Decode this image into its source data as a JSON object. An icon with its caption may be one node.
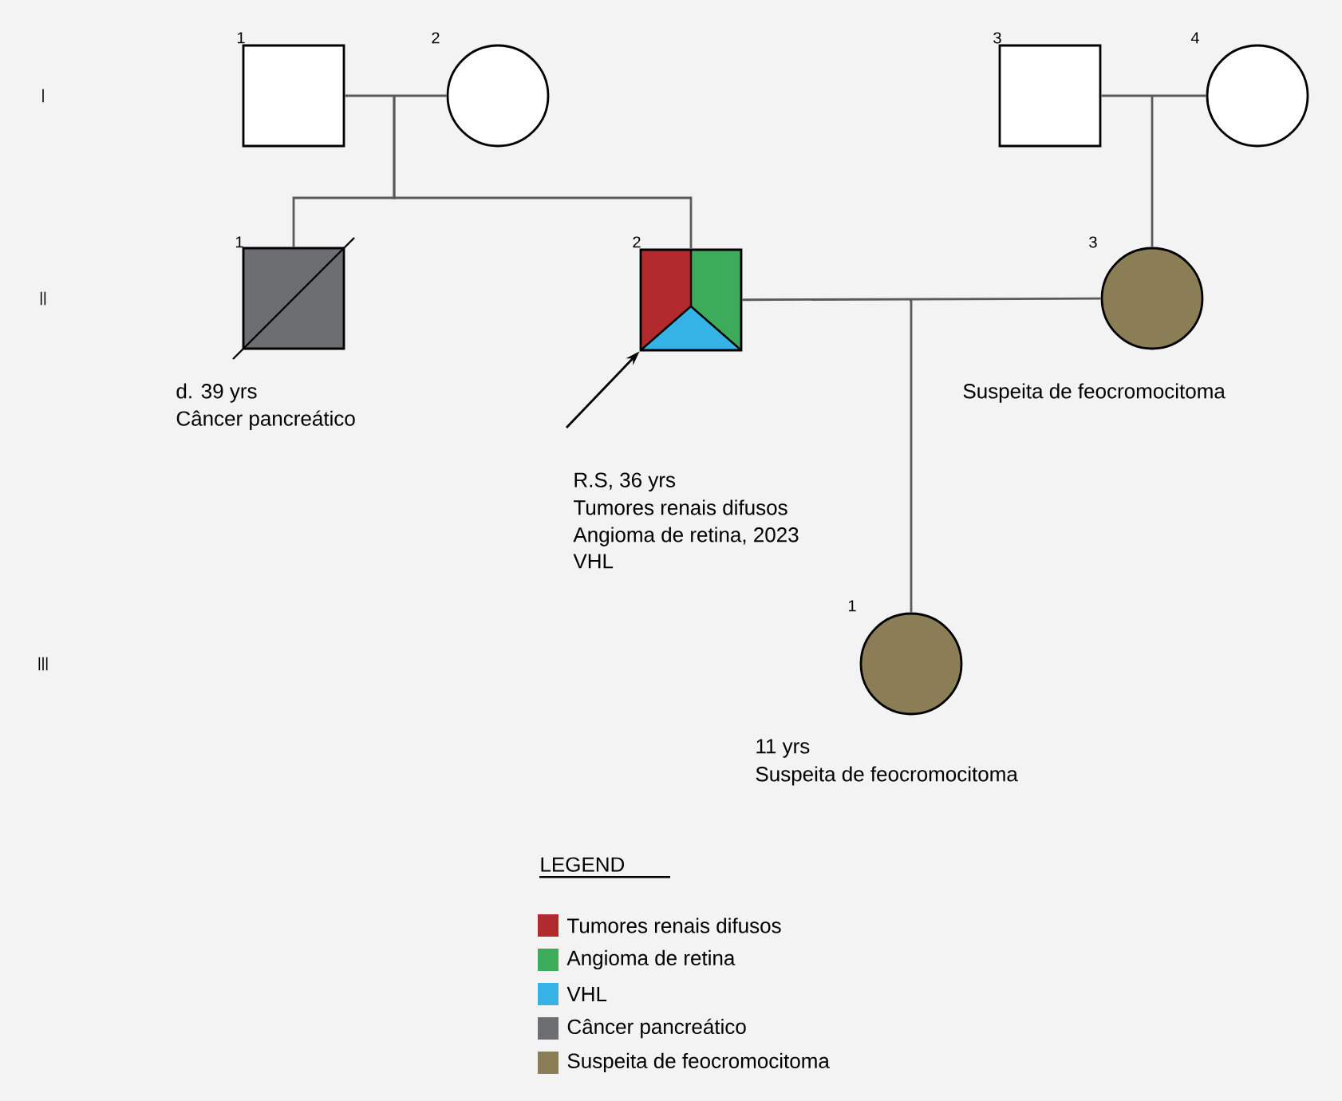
{
  "diagram": {
    "nodes": [
      {
        "text": [],
        "shape": "box",
        "beside": [
          "1"
        ]
      },
      {
        "text": [],
        "shape": "circle",
        "beside": [
          "2"
        ]
      },
      {
        "text": [],
        "shape": "box",
        "beside": [
          "3"
        ]
      },
      {
        "text": [],
        "shape": "circle",
        "beside": [
          "4"
        ]
      },
      {
        "text": [],
        "shape": "box",
        "beside": [
          "1",
          "d. 39 yrs",
          "Câncer pancreático"
        ]
      },
      {
        "text": [],
        "shape": "box",
        "beside": [
          "2",
          "R.S, 36 yrs",
          "Tumores renais difusos",
          "Angioma de retina, 2023",
          "VHL"
        ]
      },
      {
        "text": [],
        "shape": "circle",
        "beside": [
          "3",
          "Suspeita de feocromocitoma"
        ]
      },
      {
        "text": [],
        "shape": "circle",
        "beside": [
          "1",
          "11 yrs",
          "Suspeita de feocromocitoma"
        ]
      }
    ],
    "edges": [
      {
        "from": 0,
        "to": 1,
        "arrow": "none"
      },
      {
        "from": null,
        "to": 4,
        "arrow": "none"
      },
      {
        "from": null,
        "to": 5,
        "arrow": "none"
      },
      {
        "from": 2,
        "to": 3,
        "arrow": "none"
      },
      {
        "from": null,
        "to": 6,
        "arrow": "none"
      },
      {
        "from": 5,
        "to": 6,
        "arrow": "none"
      },
      {
        "from": null,
        "to": 7,
        "arrow": "none"
      },
      {
        "from": null,
        "to": 5,
        "arrow": "to"
      }
    ],
    "labels": [
      "I",
      "II",
      "III",
      "LEGEND"
    ],
    "legend": [
      {
        "text": "Tumores renais difusos",
        "color": "#b22a2e"
      },
      {
        "text": "Angioma de retina",
        "color": "#3cab5a"
      },
      {
        "text": "VHL",
        "color": "#35b3e6"
      },
      {
        "text": "Câncer pancreático",
        "color": "#6d6e71"
      },
      {
        "text": "Suspeita de feocromocitoma",
        "color": "#8b7d55"
      }
    ]
  }
}
